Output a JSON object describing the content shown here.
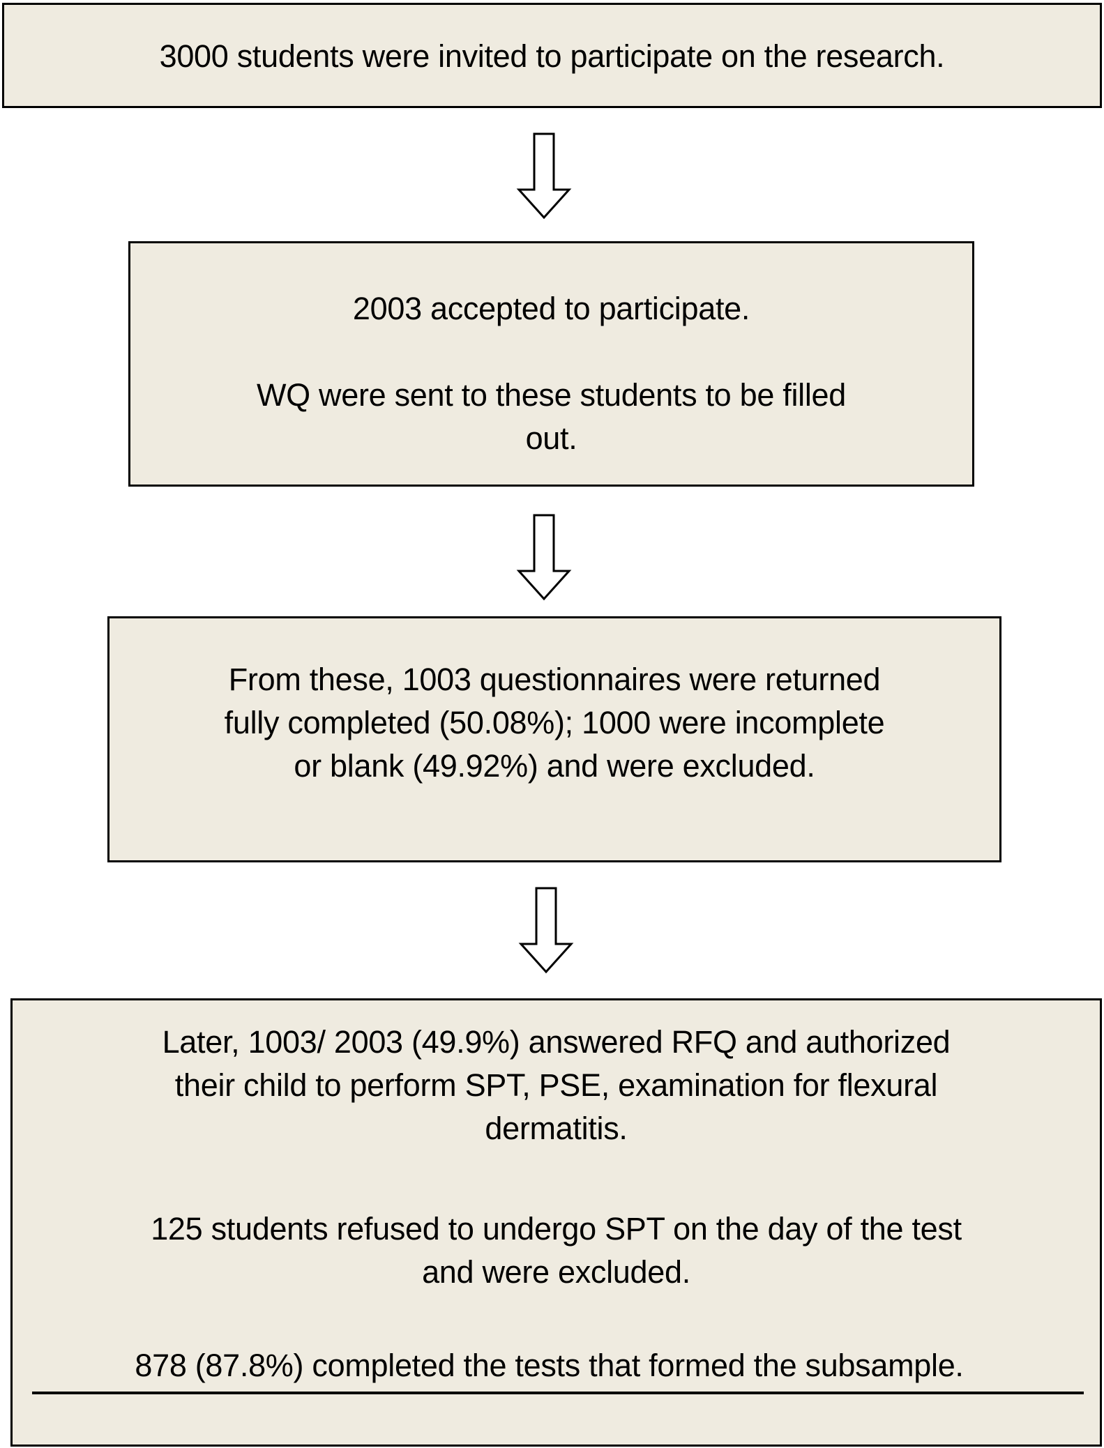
{
  "colors": {
    "box_fill": "#efebe0",
    "border": "#000000"
  },
  "boxes": [
    {
      "lines": [
        "3000 students were invited to participate on the research."
      ]
    },
    {
      "lines": [
        "2003 accepted to participate.",
        "WQ were sent to these students to be filled",
        "out."
      ]
    },
    {
      "lines": [
        "From these, 1003 questionnaires were returned",
        "fully completed (50.08%); 1000 were incomplete",
        "or blank (49.92%) and were excluded."
      ]
    },
    {
      "lines": [
        "Later, 1003/ 2003 (49.9%) answered RFQ and authorized",
        "their child to perform SPT, PSE, examination for flexural",
        "dermatitis.",
        "125 students refused to undergo SPT on the day of the test",
        "and were excluded.",
        "878 (87.8%) completed the tests that formed the subsample."
      ]
    }
  ],
  "arrows": [
    "down-arrow",
    "down-arrow",
    "down-arrow"
  ]
}
